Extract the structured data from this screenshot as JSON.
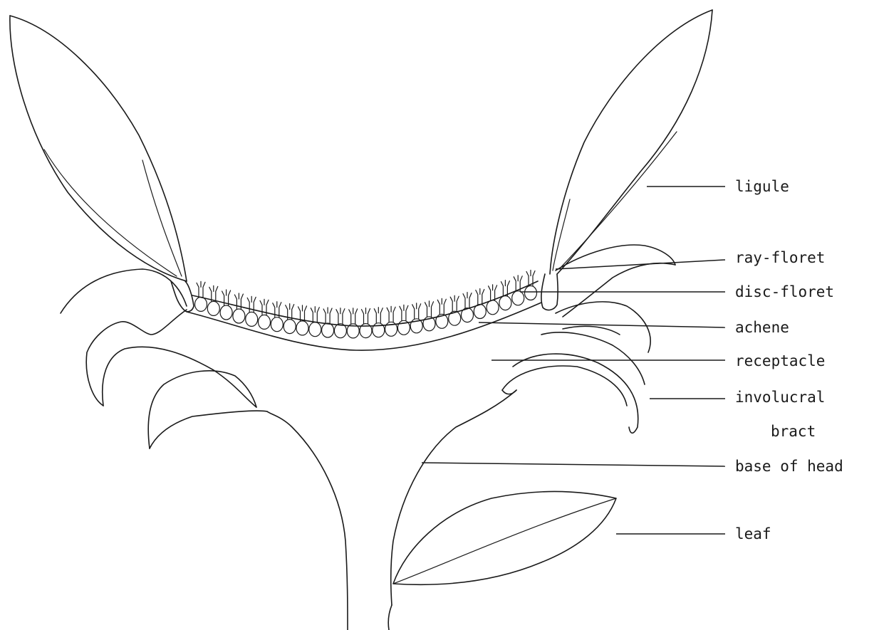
{
  "labels": {
    "ligule": "ligule",
    "ray_floret": "ray-floret",
    "disc_floret": "disc-floret",
    "achene": "achene",
    "receptacle": "receptacle",
    "involucral_line1": "involucral",
    "involucral_line2": "bract",
    "base_of_head": "base of head",
    "leaf": "leaf"
  }
}
